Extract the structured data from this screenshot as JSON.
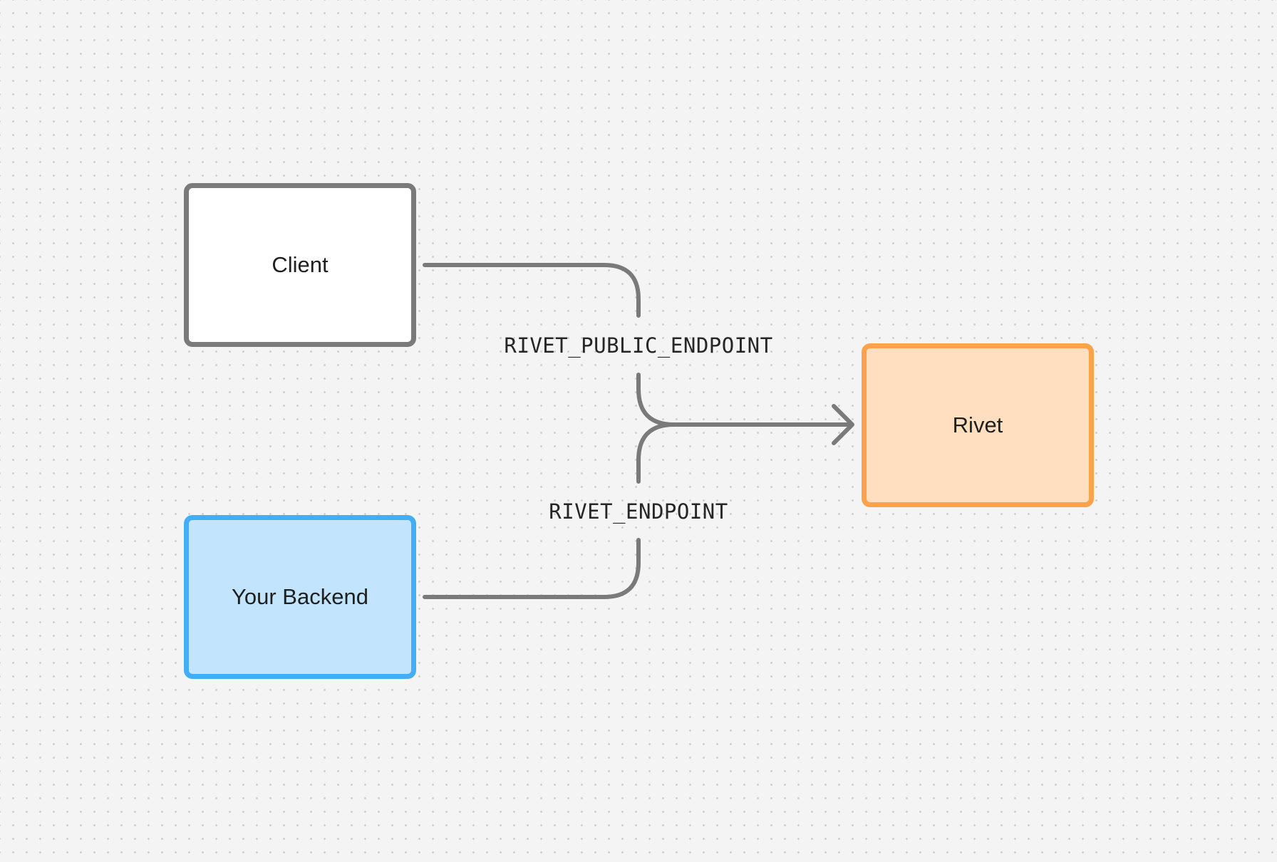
{
  "nodes": {
    "client": {
      "label": "Client",
      "fill": "#ffffff",
      "border": "#7a7a7a"
    },
    "backend": {
      "label": "Your Backend",
      "fill": "#c2e5fd",
      "border": "#44aef5"
    },
    "rivet": {
      "label": "Rivet",
      "fill": "#ffdfc0",
      "border": "#fca24a"
    }
  },
  "edges": {
    "public": {
      "label": "RIVET_PUBLIC_ENDPOINT",
      "from": "Client",
      "to": "Rivet"
    },
    "private": {
      "label": "RIVET_ENDPOINT",
      "from": "Your Backend",
      "to": "Rivet"
    }
  },
  "colors": {
    "canvas_background": "#f4f4f4",
    "grid_dot": "#cfcfcf",
    "edge_stroke": "#7a7a7a",
    "text": "#1f1f1f"
  }
}
